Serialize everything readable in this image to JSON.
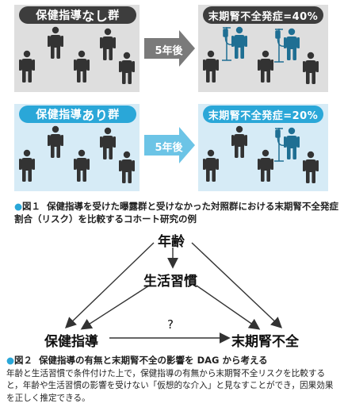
{
  "figure1": {
    "groups": [
      {
        "label_pre": "保健指導",
        "label_em": "なし",
        "label_post": "群",
        "arrow_label": "5年後",
        "outcome_label": "末期腎不全発症=40%",
        "people_total": 5,
        "affected": 2,
        "pill_color": "#3d3d3d",
        "bg_color": "#dedede",
        "outcome_pill_color": "#3d3d3d",
        "arrow_color": "#7a7a7a"
      },
      {
        "label_pre": "保健指導",
        "label_em": "あり",
        "label_post": "群",
        "arrow_label": "5年後",
        "outcome_label": "末期腎不全発症=20%",
        "people_total": 5,
        "affected": 1,
        "pill_color": "#2aa7d8",
        "bg_color": "#d6ebf6",
        "outcome_pill_color": "#2aa7d8",
        "arrow_color": "#6cc4e6"
      }
    ],
    "caption_num": "図１",
    "caption_text": "保健指導を受けた曝露群と受けなかった対照群における末期腎不全発症割合（リスク）を比較するコホート研究の例"
  },
  "figure2": {
    "nodes": {
      "age": "年齢",
      "lifestyle": "生活習慣",
      "guidance": "保健指導",
      "esrd": "末期腎不全",
      "question": "?"
    },
    "caption_num": "図２",
    "caption_head": "保健指導の有無と末期腎不全の影響を DAG から考える",
    "caption_text": "年齢と生活習慣で条件付けた上で，保健指導の有無から末期腎不全リスクを比較すると，年齢や生活習慣の影響を受けない「仮想的な介入」と見なすことができ，因果効果を正しく推定できる。"
  },
  "colors": {
    "person_dark": "#333333",
    "person_affected": "#1f6f93",
    "accent_blue": "#2aa7d8"
  }
}
